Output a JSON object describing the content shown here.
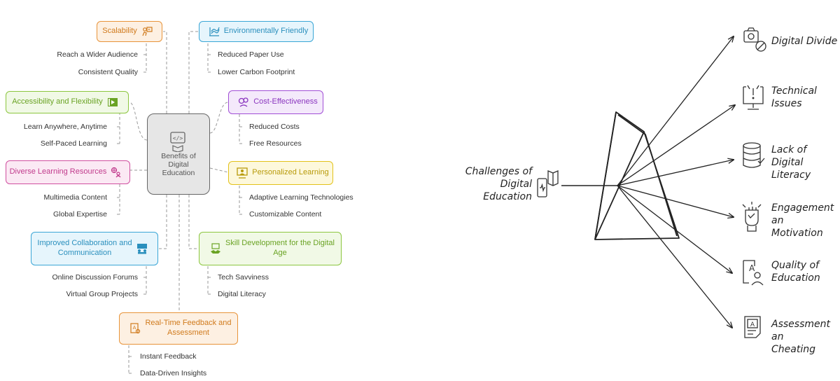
{
  "left": {
    "center": [
      "Benefits of",
      "Digital",
      "Education"
    ],
    "nodes": {
      "scalability": {
        "title": "Scalability",
        "color": "#e8943a",
        "bg": "#fdf0e2",
        "items": [
          "Reach a Wider Audience",
          "Consistent Quality"
        ]
      },
      "accessibility": {
        "title": "Accessibility and Flexibility",
        "color": "#8cc63f",
        "bg": "#f1f9e6",
        "items": [
          "Learn Anywhere, Anytime",
          "Self-Paced Learning"
        ]
      },
      "diverse": {
        "title": "Diverse Learning Resources",
        "color": "#d04fa0",
        "bg": "#fbe9f4",
        "items": [
          "Multimedia Content",
          "Global Expertise"
        ]
      },
      "collaboration": {
        "title_lines": [
          "Improved Collaboration and",
          "Communication"
        ],
        "color": "#3aa6d6",
        "bg": "#e6f5fc",
        "items": [
          "Online Discussion Forums",
          "Virtual Group Projects"
        ]
      },
      "environment": {
        "title": "Environmentally Friendly",
        "color": "#3aa6d6",
        "bg": "#e6f5fc",
        "items": [
          "Reduced Paper Use",
          "Lower Carbon Footprint"
        ]
      },
      "cost": {
        "title": "Cost-Effectiveness",
        "color": "#a24fd6",
        "bg": "#f4e9fb",
        "items": [
          "Reduced Costs",
          "Free Resources"
        ]
      },
      "personalized": {
        "title": "Personalized Learning",
        "color": "#e3c21a",
        "bg": "#fdf8dc",
        "items": [
          "Adaptive Learning Technologies",
          "Customizable Content"
        ]
      },
      "skill": {
        "title_lines": [
          "Skill Development for the Digital",
          "Age"
        ],
        "color": "#8cc63f",
        "bg": "#f1f9e6",
        "items": [
          "Tech Savviness",
          "Digital Literacy"
        ]
      },
      "feedback": {
        "title_lines": [
          "Real-Time Feedback and",
          "Assessment"
        ],
        "color": "#e8943a",
        "bg": "#fdf0e2",
        "items": [
          "Instant Feedback",
          "Data-Driven Insights"
        ]
      }
    }
  },
  "right": {
    "source": [
      "Challenges of",
      "Digital",
      "Education"
    ],
    "outputs": [
      {
        "lines": [
          "Digital Divide"
        ],
        "icon": "camera-blocked-icon"
      },
      {
        "lines": [
          "Technical",
          "Issues"
        ],
        "icon": "monitor-alert-icon"
      },
      {
        "lines": [
          "Lack of Digital",
          "Literacy"
        ],
        "icon": "database-check-icon"
      },
      {
        "lines": [
          "Engagement an",
          "Motivation"
        ],
        "icon": "raised-fist-icon"
      },
      {
        "lines": [
          "Quality of",
          "Education"
        ],
        "icon": "document-user-icon"
      },
      {
        "lines": [
          "Assessment an",
          "Cheating"
        ],
        "icon": "exam-paper-icon"
      }
    ]
  }
}
